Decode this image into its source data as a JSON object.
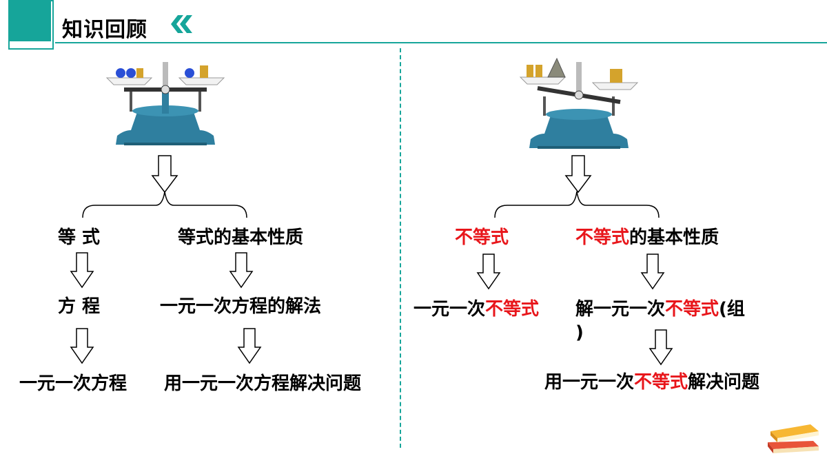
{
  "header": {
    "title": "知识回顾",
    "accent_color": "#16a59a"
  },
  "left": {
    "illustration": "balanced-scale-image",
    "branch_a": {
      "label": "等  式"
    },
    "branch_b": {
      "label": "等式的基本性质"
    },
    "step_a1": {
      "label": "方  程"
    },
    "step_b1": {
      "label": "一元一次方程的解法"
    },
    "step_a2": {
      "label": "一元一次方程"
    },
    "step_b2": {
      "label": "用一元一次方程解决问题"
    }
  },
  "right": {
    "illustration": "unbalanced-scale-image",
    "branch_a": {
      "label": "不等式"
    },
    "branch_b": {
      "red": "不等式",
      "rest": "的基本性质"
    },
    "step_a1": {
      "prefix": "一元一次",
      "red": "不等式"
    },
    "step_b1": {
      "prefix": "解一元一次",
      "red": "不等式",
      "suffix": "(组",
      "suffix2": ")"
    },
    "step_b2": {
      "prefix": "用一元一次",
      "red": "不等式",
      "suffix": "解决问题"
    }
  },
  "colors": {
    "highlight": "#e8161b",
    "scale_body": "#2f7f9f"
  },
  "decor": {
    "icon": "books-icon"
  }
}
